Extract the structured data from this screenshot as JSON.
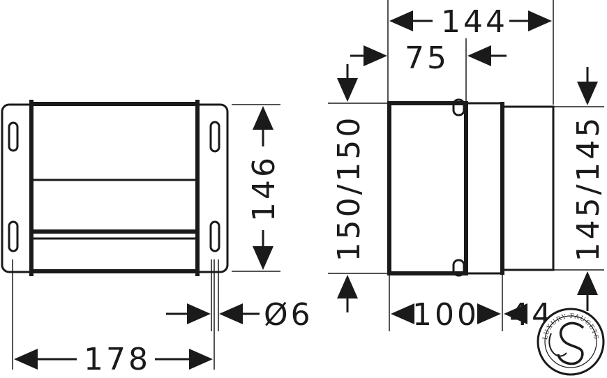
{
  "dimensions": {
    "front_width": "178",
    "front_height": "146",
    "hole_diameter": "Ø6",
    "side_total_width": "144",
    "side_offset": "75",
    "side_left_height": "150/150",
    "side_right_height": "145/145",
    "side_width_a": "100",
    "side_width_b": "44"
  },
  "watermark": {
    "text": "LUXURY FAUCETS"
  }
}
